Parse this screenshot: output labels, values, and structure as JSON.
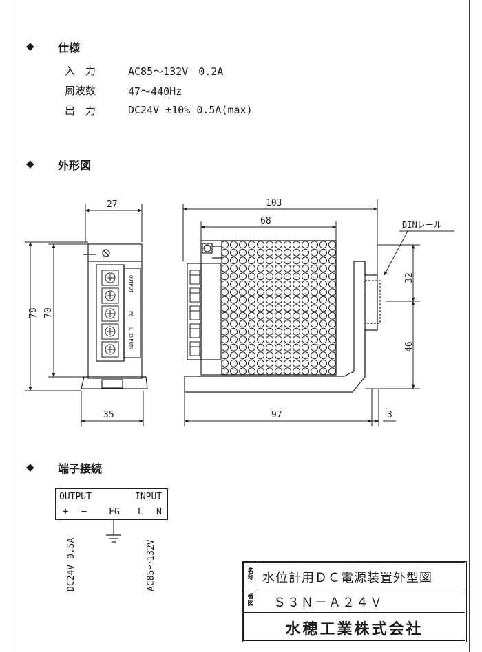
{
  "spec": {
    "heading": "仕様",
    "rows": [
      {
        "label": "入　力",
        "value": "AC85～132V　0.2A"
      },
      {
        "label": "周波数",
        "value": "47～440Hz"
      },
      {
        "label": "出　力",
        "value": "DC24V ±10%  0.5A(max)"
      }
    ]
  },
  "outline": {
    "heading": "外形図",
    "dims": {
      "d27": "27",
      "d103": "103",
      "d68": "68",
      "d78": "78",
      "d70": "70",
      "d35": "35",
      "d97": "97",
      "d3": "3",
      "d32": "32",
      "d46": "46"
    },
    "din_label": "DINレール",
    "terminal_labels": {
      "output": "OUTPUT",
      "fg": "FG",
      "l": "L",
      "input": "INPUT",
      "n": "N"
    }
  },
  "terminal": {
    "heading": "端子接続",
    "output_label": "OUTPUT",
    "input_label": "INPUT",
    "plus": "+",
    "minus": "−",
    "fg": "FG",
    "l": "L",
    "n": "N",
    "dc_text": "DC24V 0.5A",
    "ac_text": "AC85～132V"
  },
  "title_block": {
    "name_label": "名称",
    "name_value": "水位計用ＤＣ電源装置外型図",
    "number_label": "番図",
    "number_value": "Ｓ３Ｎ－Ａ２４Ｖ",
    "company": "水穂工業株式会社"
  }
}
